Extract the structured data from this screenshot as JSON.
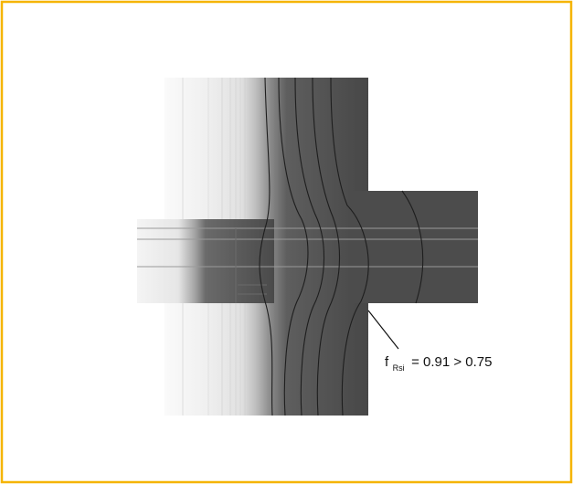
{
  "colors": {
    "border": "#F5B400",
    "background": "#FFFFFF",
    "wall_dark": "#4A4A4A",
    "wall_light": "#F2F2F2",
    "isotherm": "#1E1E1E"
  },
  "annotation": {
    "symbol": "f",
    "subscript": "Rsi",
    "expression": "= 0.91 > 0.75",
    "factor_value": 0.91,
    "threshold_value": 0.75
  }
}
